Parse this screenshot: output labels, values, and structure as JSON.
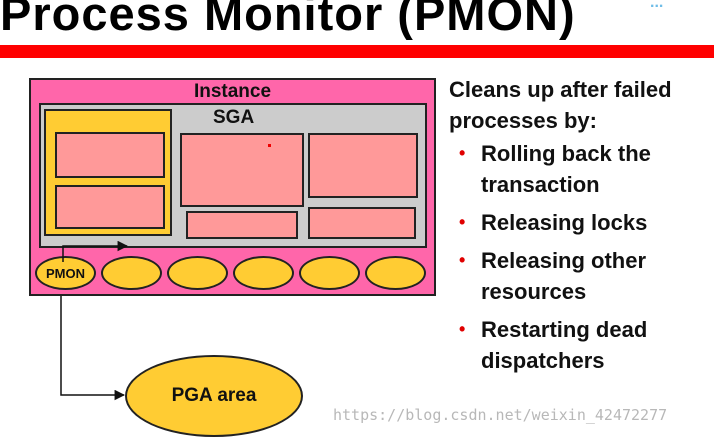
{
  "title": "Process Monitor (PMON)",
  "corner_logo": "...",
  "diagram": {
    "instance_label": "Instance",
    "sga_label": "SGA",
    "pmon_label": "PMON",
    "pga_label": "PGA area"
  },
  "description": {
    "intro": "Cleans up after failed processes by:",
    "bullets": [
      "Rolling back the transaction",
      "Releasing locks",
      "Releasing other resources",
      "Restarting dead dispatchers"
    ]
  },
  "watermark": "https://blog.csdn.net/weixin_42472277",
  "colors": {
    "title_bar": "#ff0000",
    "instance": "#ff66aa",
    "sga": "#cccccc",
    "memory_block": "#ff9999",
    "process": "#ffcc33",
    "bullet": "#e00000"
  }
}
